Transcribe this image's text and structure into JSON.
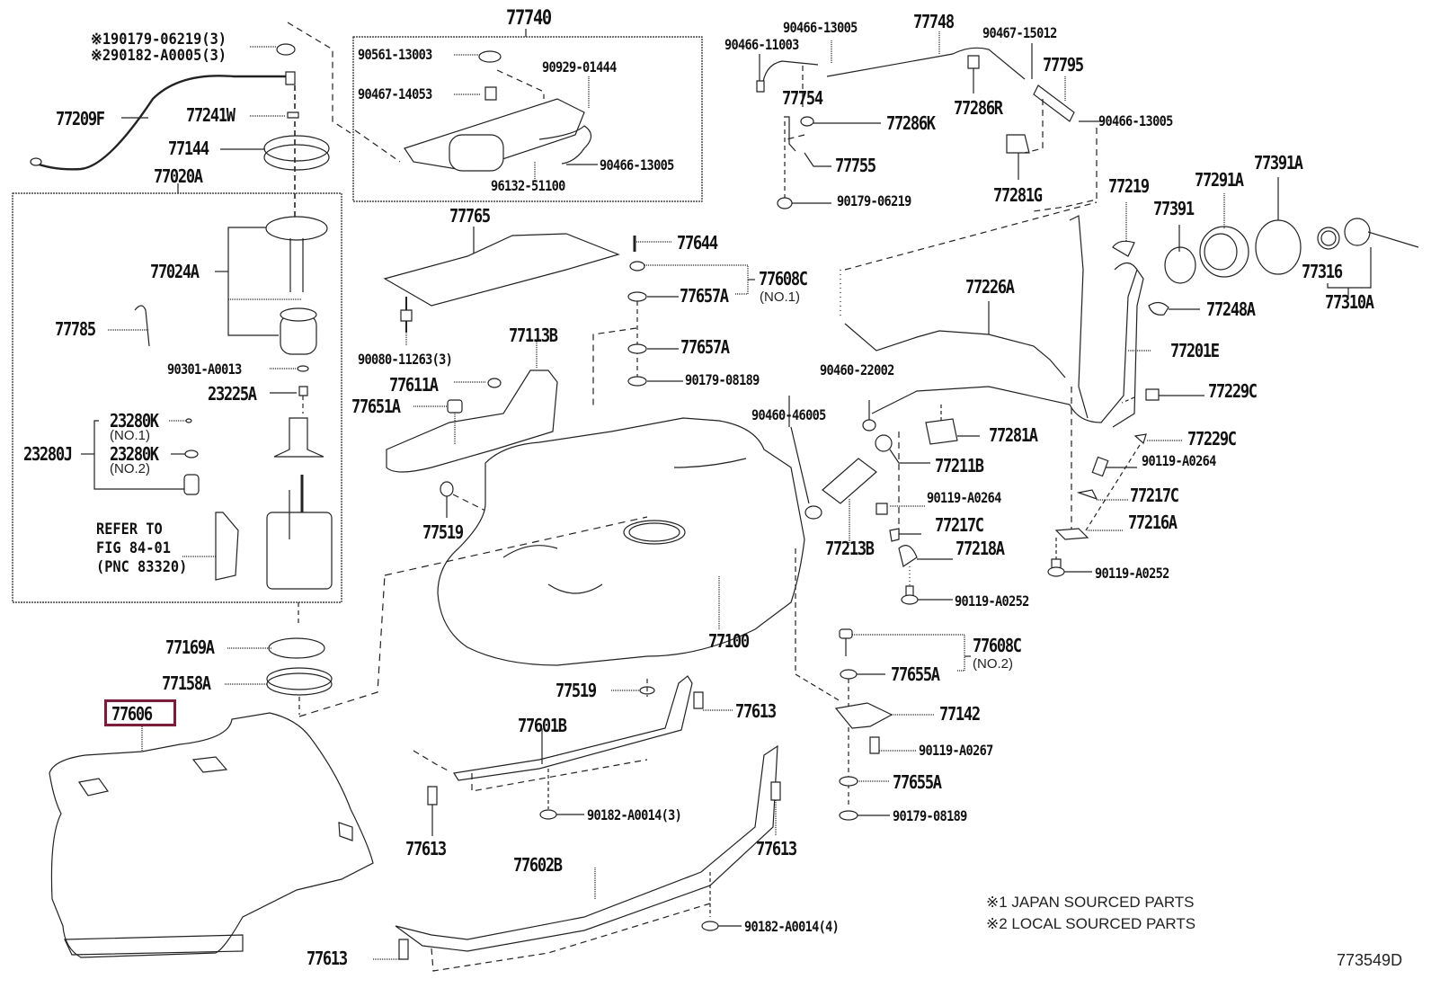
{
  "diagram": {
    "title_figure_id": "773549D",
    "highlight_color": "#8b1538",
    "highlighted_part": "77606",
    "legend": [
      "※1 JAPAN SOURCED PARTS",
      "※2 LOCAL SOURCED PARTS"
    ],
    "groups": {
      "fuel_pump_assy": "77020A",
      "canister_assy": "77740",
      "ventilation_hose": "77748",
      "filler_cap_assy": "77310A"
    },
    "callouts": {
      "p01": "※190179-06219(3)",
      "p02": "※290182-A0005(3)",
      "p03": "77209F",
      "p04": "77241W",
      "p05": "77144",
      "p06": "77020A",
      "p07": "77024A",
      "p08": "77785",
      "p09": "90301-A0013",
      "p10": "23225A",
      "p11": "23280K",
      "p11s": "(NO.1)",
      "p12": "23280J",
      "p13": "23280K",
      "p13s": "(NO.2)",
      "p14": "77169A",
      "p15": "77158A",
      "p16": "77606",
      "p17": "77740",
      "p18": "90561-13003",
      "p19": "90929-01444",
      "p20": "90467-14053",
      "p21": "90466-13005",
      "p22": "96132-51100",
      "p23": "77765",
      "p24": "90080-11263(3)",
      "p25": "77113B",
      "p26": "77611A",
      "p27": "77651A",
      "p28": "77519",
      "p29": "77644",
      "p30": "77608C",
      "p30s": "(NO.1)",
      "p31": "77657A",
      "p32": "77657A",
      "p33": "90179-08189",
      "p34": "90466-13005",
      "p35": "90466-11003",
      "p36": "77748",
      "p37": "90467-15012",
      "p38": "77795",
      "p39": "77754",
      "p40": "77286R",
      "p41": "77286K",
      "p42": "90466-13005",
      "p43": "77755",
      "p44": "77281G",
      "p45": "90179-06219",
      "p46": "77219",
      "p47": "77291A",
      "p48": "77391A",
      "p49": "77391",
      "p50": "77316",
      "p51": "77310A",
      "p52": "77226A",
      "p53": "77248A",
      "p54": "77201E",
      "p55": "90460-22002",
      "p56": "90460-46005",
      "p57": "77281A",
      "p58": "77229C",
      "p59": "77229C",
      "p60": "77211B",
      "p61": "90119-A0264",
      "p62": "90119-A0264",
      "p63": "77217C",
      "p64": "77217C",
      "p65": "77213B",
      "p66": "77218A",
      "p67": "77216A",
      "p68": "90119-A0252",
      "p69": "90119-A0252",
      "p70": "77100",
      "p71": "77608C",
      "p71s": "(NO.2)",
      "p72": "77655A",
      "p73": "77142",
      "p74": "90119-A0267",
      "p75": "77655A",
      "p76": "90179-08189",
      "p77": "77519",
      "p78": "77601B",
      "p79": "77613",
      "p80": "90182-A0014(3)",
      "p81": "77613",
      "p82": "77613",
      "p83": "77602B",
      "p84": "90182-A0014(4)",
      "p85": "77613"
    },
    "refer_note": [
      "REFER TO",
      "FIG 84-01",
      "(PNC 83320)"
    ]
  }
}
